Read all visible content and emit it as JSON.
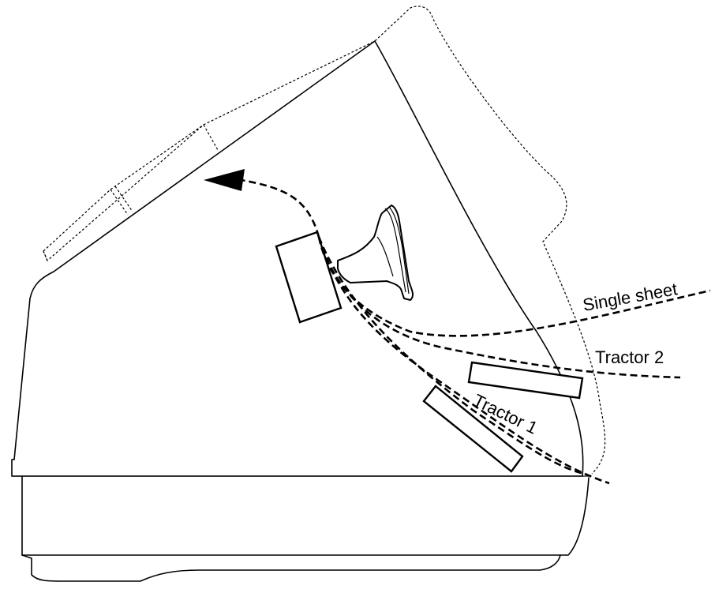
{
  "diagram": {
    "paths": {
      "single_sheet": "Single sheet",
      "tractor_2": "Tractor 2",
      "tractor_1": "Tractor 1"
    }
  }
}
